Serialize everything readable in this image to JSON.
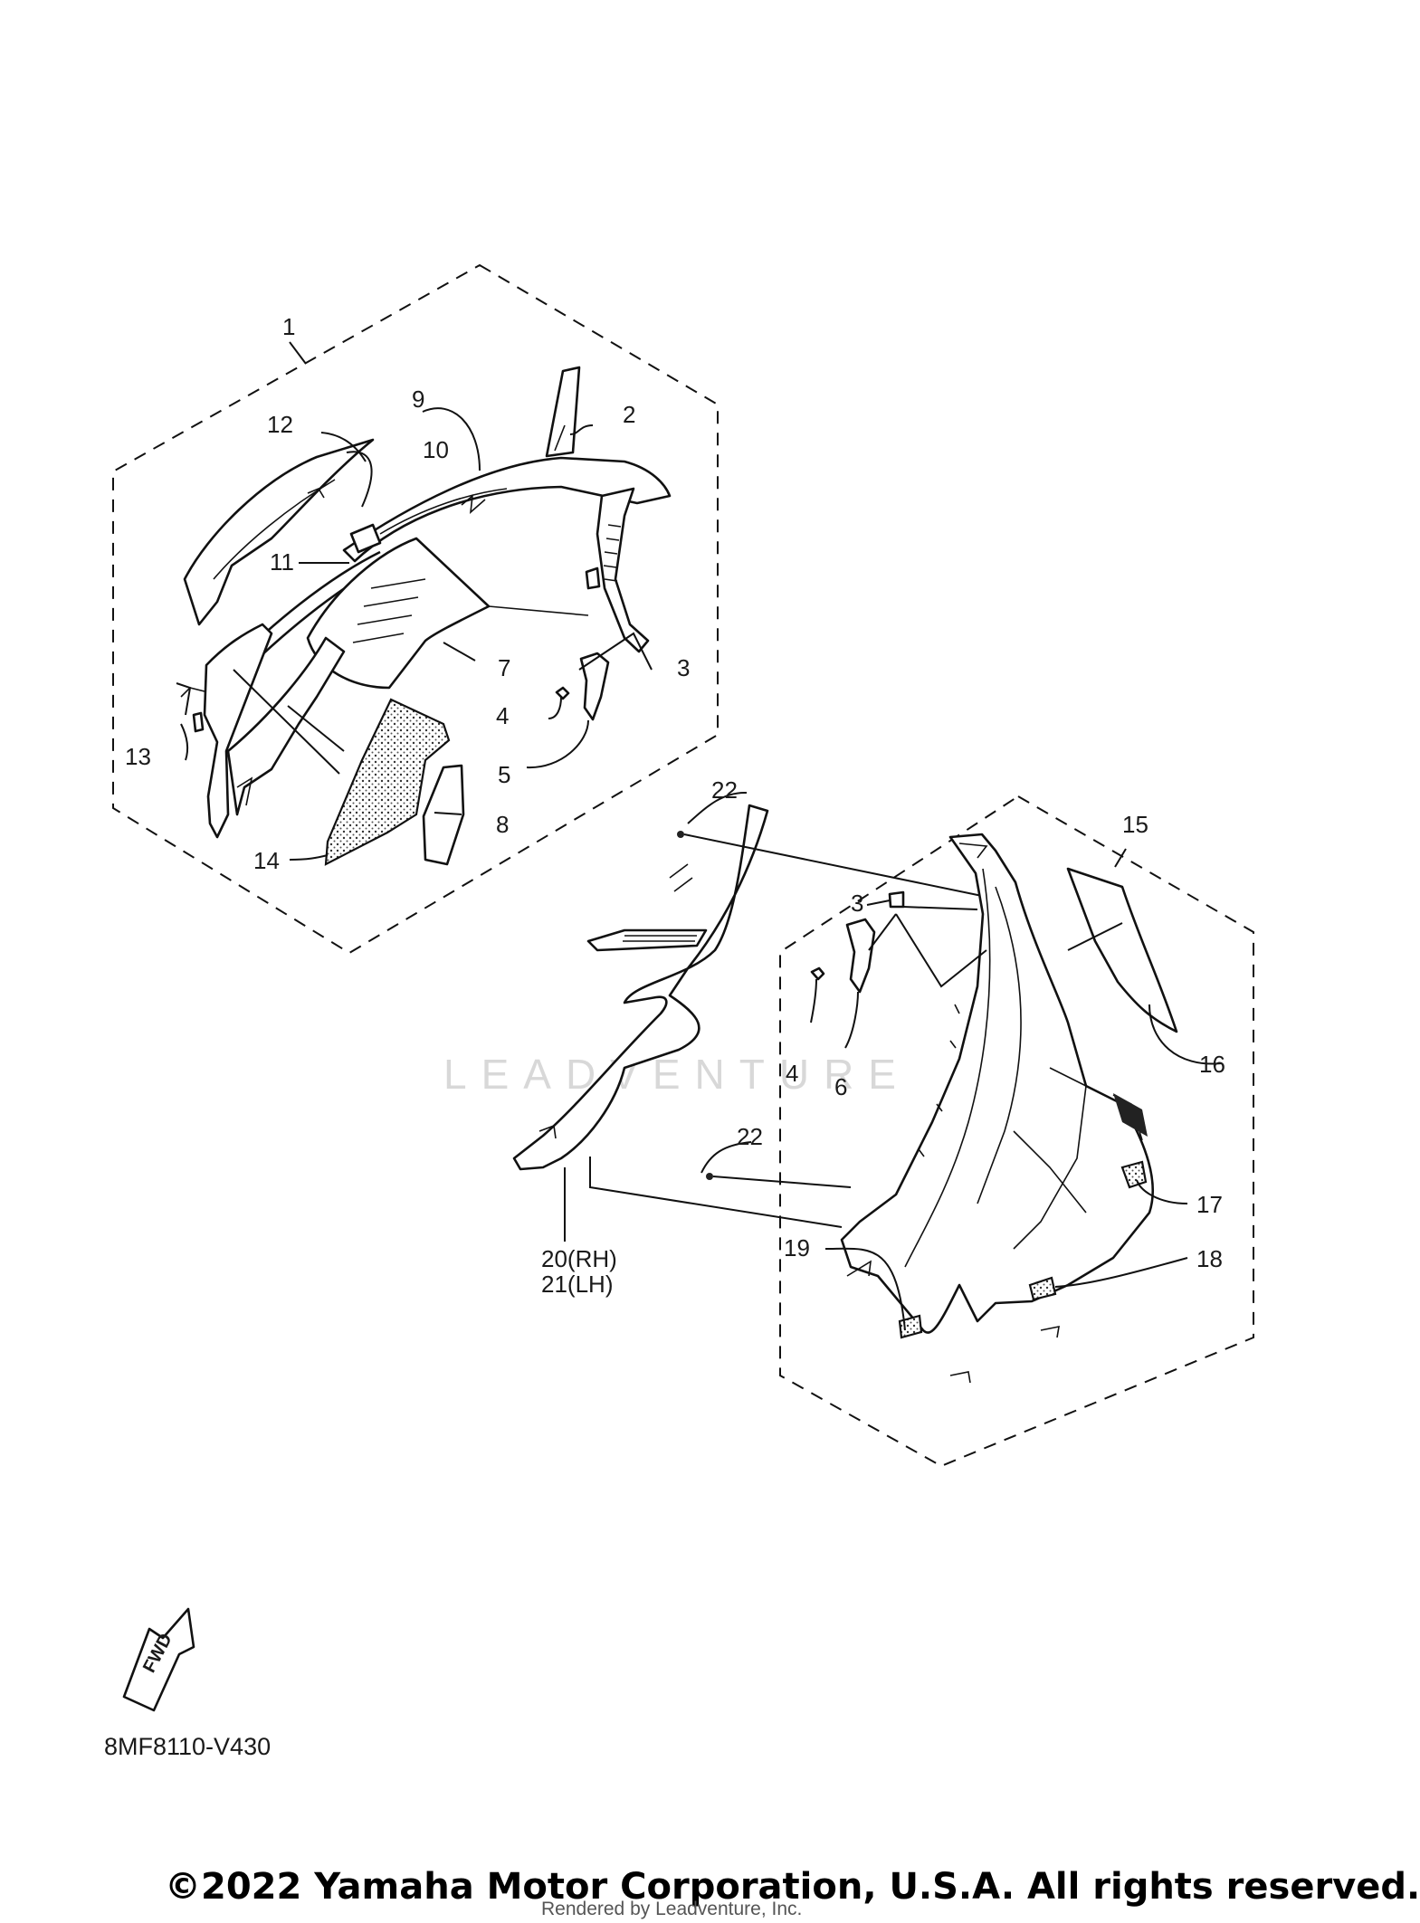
{
  "diagram": {
    "callouts": {
      "c1": "1",
      "c2": "2",
      "c3a": "3",
      "c4a": "4",
      "c5": "5",
      "c7": "7",
      "c8": "8",
      "c9": "9",
      "c10": "10",
      "c11": "11",
      "c12": "12",
      "c13": "13",
      "c14": "14",
      "c22a": "22",
      "c15": "15",
      "c3b": "3",
      "c4b": "4",
      "c6": "6",
      "c16": "16",
      "c17": "17",
      "c18": "18",
      "c19": "19",
      "c22b": "22",
      "c20": "20(RH)",
      "c21": "21(LH)"
    },
    "fwd_label": "FWD",
    "watermark": "LEADVENTURE"
  },
  "footer": {
    "diagram_code": "8MF8110-V430",
    "copyright": "©2022 Yamaha Motor Corporation, U.S.A. All rights reserved.",
    "rendered_by": "Rendered by Leadventure, Inc."
  },
  "icons": {
    "fwd": "fwd-arrow-icon"
  }
}
